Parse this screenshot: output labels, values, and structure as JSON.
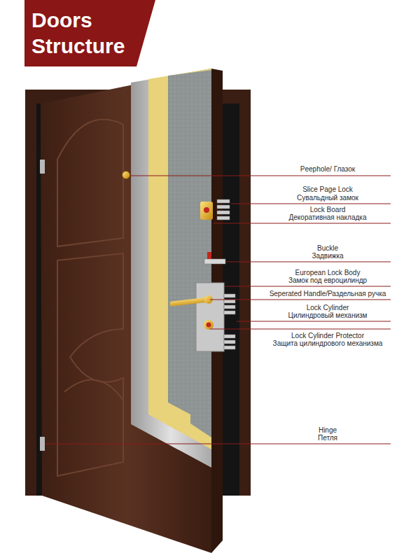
{
  "diagram": {
    "title": "Doors Structure",
    "labels": [
      "Peephole/ Глазок",
      "Slice Page Lock",
      "Сувальдный замок",
      "Lock Board",
      "Декоративная накладка",
      "Buckle",
      "Задвижка",
      "European Lock Body",
      "Замок под евроцилиндр",
      "Seperated Handle/Раздельная ручка",
      "Lock Cylinder",
      "Цилиндровый механизм",
      "Lock Cylinder Protector",
      "Защита цилиндрового механизма",
      "Hinge",
      "Петля"
    ]
  }
}
